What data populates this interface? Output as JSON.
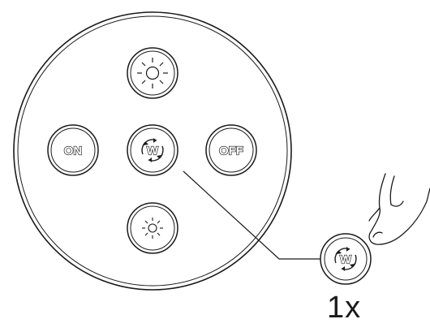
{
  "remote": {
    "buttons": {
      "on": {
        "label": "ON",
        "icon": "on-text"
      },
      "off": {
        "label": "OFF",
        "icon": "off-text"
      },
      "white": {
        "label": "W",
        "icon": "white-cycle-icon"
      },
      "brightness_up": {
        "icon": "sun-large-icon"
      },
      "brightness_down": {
        "icon": "sun-small-icon"
      }
    }
  },
  "callout": {
    "button": {
      "label": "W",
      "icon": "white-cycle-icon"
    },
    "press_count": "1x",
    "hand_icon": "finger-press-icon"
  },
  "colors": {
    "line": "#1a1a1a",
    "background": "#ffffff"
  }
}
